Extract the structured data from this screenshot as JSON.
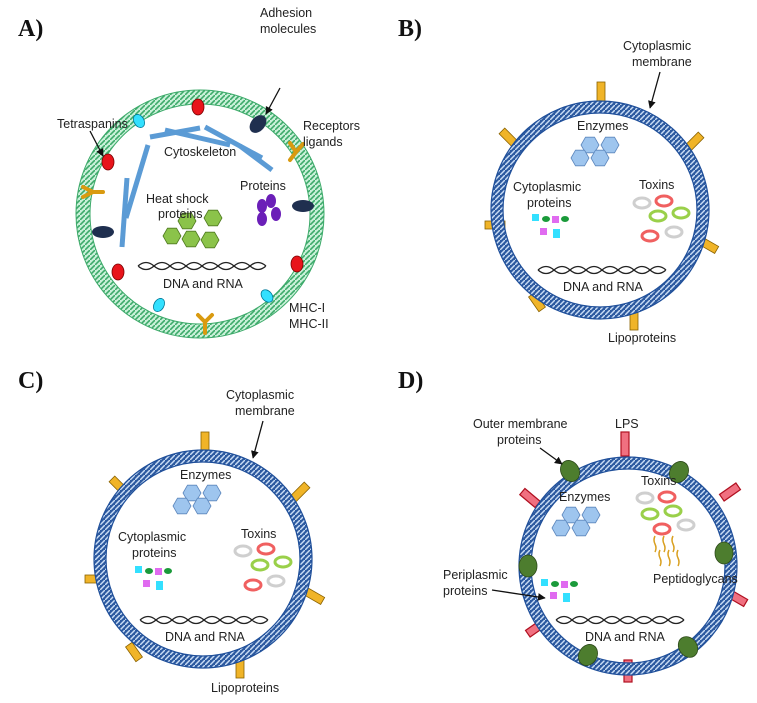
{
  "panels": [
    {
      "letter": "A)",
      "labels": {
        "adhesion_1": "Adhesion",
        "adhesion_2": "molecules",
        "tetraspanins": "Tetraspanins",
        "receptors_1": "Receptors",
        "receptors_2": "ligands",
        "cytoskeleton": "Cytoskeleton",
        "proteins": "Proteins",
        "heat_shock_1": "Heat shock",
        "heat_shock_2": "proteins",
        "dna_rna": "DNA and RNA",
        "mhc1": "MHC-I",
        "mhc2": "MHC-II"
      }
    },
    {
      "letter": "B)",
      "labels": {
        "cyto_membrane_1": "Cytoplasmic",
        "cyto_membrane_2": "membrane",
        "enzymes": "Enzymes",
        "cyto_proteins_1": "Cytoplasmic",
        "cyto_proteins_2": "proteins",
        "toxins": "Toxins",
        "dna_rna": "DNA and RNA",
        "lipoproteins": "Lipoproteins"
      }
    },
    {
      "letter": "C)",
      "labels": {
        "cyto_membrane_1": "Cytoplasmic",
        "cyto_membrane_2": "membrane",
        "enzymes": "Enzymes",
        "cyto_proteins_1": "Cytoplasmic",
        "cyto_proteins_2": "proteins",
        "toxins": "Toxins",
        "dna_rna": "DNA and RNA",
        "lipoproteins": "Lipoproteins"
      }
    },
    {
      "letter": "D)",
      "labels": {
        "outer_membrane_1": "Outer membrane",
        "outer_membrane_2": "proteins",
        "lps": "LPS",
        "enzymes": "Enzymes",
        "toxins": "Toxins",
        "peptidoglycans": "Peptidoglycans",
        "periplasmic_1": "Periplasmic",
        "periplasmic_2": "proteins",
        "dna_rna": "DNA and RNA"
      }
    }
  ],
  "colors": {
    "mammalian_membrane": "#7fd9a8",
    "bacterial_membrane": "#3a6fb0",
    "tetraspanin_red": "#e8141b",
    "mhc_cyan": "#33e0ff",
    "adhesion_navy": "#1f2f4f",
    "receptor_gold": "#f0b428",
    "cytoskeleton_blue": "#5b9bd5",
    "heat_shock_green": "#8bc34a",
    "protein_purple": "#6b1fb8",
    "enzyme_blue": "#9ec5ee",
    "lps_red": "#f07080",
    "omp_green": "#4d7d2e"
  }
}
